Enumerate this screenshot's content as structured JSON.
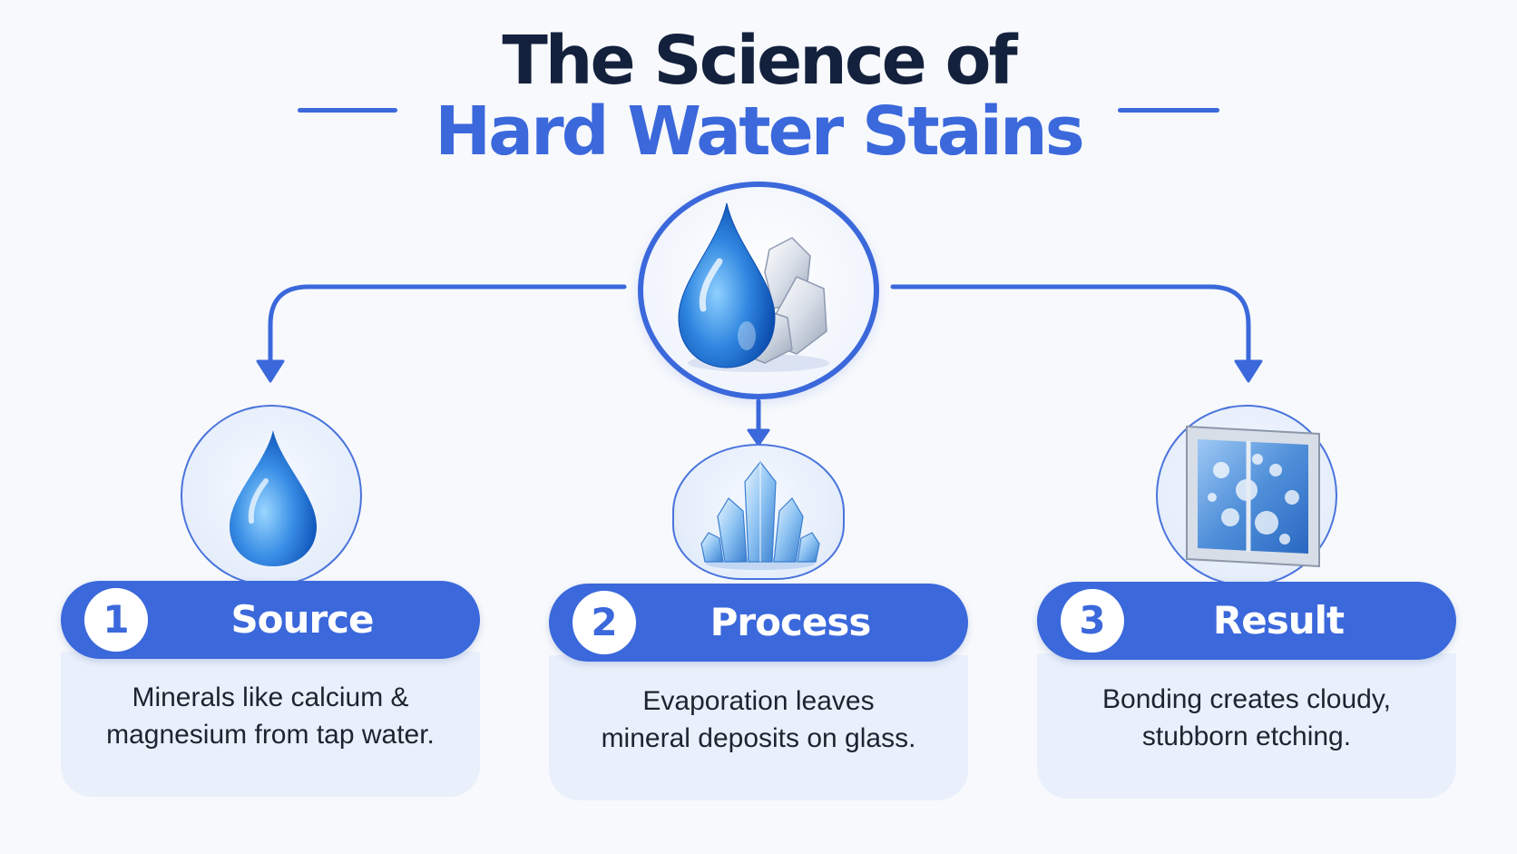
{
  "title": {
    "line1": "The Science of",
    "line2": "Hard Water Stains"
  },
  "colors": {
    "accent": "#3b68db",
    "title_dark": "#14213d",
    "card_bg": "#e9f0fb",
    "background": "#f7f9fc"
  },
  "hub": {
    "icon": "water-drop-with-crystals-icon"
  },
  "steps": [
    {
      "number": "1",
      "label": "Source",
      "description_line1": "Minerals like calcium &",
      "description_line2": "magnesium from tap water.",
      "icon": "water-drop-icon"
    },
    {
      "number": "2",
      "label": "Process",
      "description_line1": "Evaporation leaves",
      "description_line2": "mineral deposits on glass.",
      "icon": "crystal-cluster-icon"
    },
    {
      "number": "3",
      "label": "Result",
      "description_line1": "Bonding creates cloudy,",
      "description_line2": "stubborn etching.",
      "icon": "stained-window-icon"
    }
  ]
}
